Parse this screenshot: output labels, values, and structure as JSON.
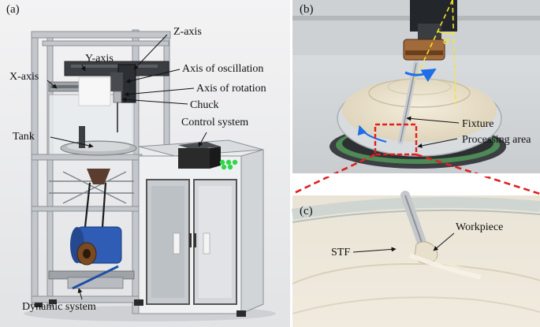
{
  "panel_a": {
    "panel_label": "(a)",
    "labels": {
      "y_axis": "Y-axis",
      "z_axis": "Z-axis",
      "x_axis": "X-axis",
      "axis_of_oscillation": "Axis of oscillation",
      "axis_of_rotation": "Axis of rotation",
      "chuck": "Chuck",
      "control_system": "Control system",
      "tank": "Tank",
      "dynamic_system": "Dynamic system"
    }
  },
  "panel_b": {
    "panel_label": "(b)",
    "labels": {
      "alpha": "α",
      "fixture": "Fixture",
      "processing_area": "Processing area"
    }
  },
  "panel_c": {
    "panel_label": "(c)",
    "labels": {
      "workpiece": "Workpiece",
      "stf": "STF"
    }
  },
  "colors": {
    "frame": "#b7bcc2",
    "frame_dark": "#7d8388",
    "motor_blue": "#2f5db5",
    "slurry": "#ece3cf",
    "callout_red": "#e02020",
    "angle_yellow": "#f5e62a",
    "rotation_arrow": "#1e6ee8",
    "control_box": "#2a2a2a",
    "led_green": "#2fd84a"
  }
}
